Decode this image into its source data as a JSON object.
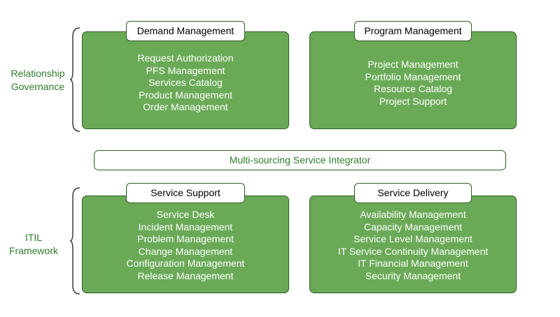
{
  "colors": {
    "panel_fill": "#6aaa57",
    "panel_border": "#2f5e22",
    "label_text": "#2f7d2a",
    "item_text": "#ffffff"
  },
  "groups": [
    {
      "label": [
        "Relationship",
        "Governance"
      ]
    },
    {
      "label": [
        "ITIL",
        "Framework"
      ]
    }
  ],
  "panels": [
    {
      "title": "Demand Management",
      "items": [
        "Request Authorization",
        "PFS Management",
        "Services Catalog",
        "Product Management",
        "Order Management"
      ]
    },
    {
      "title": "Program Management",
      "items": [
        "Project Management",
        "Portfolio Management",
        "Resource Catalog",
        "Project Support"
      ]
    },
    {
      "title": "Service Support",
      "items": [
        "Service Desk",
        "Incident Management",
        "Problem Management",
        "Change Management",
        "Configuration Management",
        "Release Management"
      ]
    },
    {
      "title": "Service Delivery",
      "items": [
        "Availability Management",
        "Capacity Management",
        "Service Level Management",
        "IT Service Continuity Management",
        "IT Financial Management",
        "Security Management"
      ]
    }
  ],
  "integrator": {
    "label": "Multi-sourcing Service Integrator"
  }
}
